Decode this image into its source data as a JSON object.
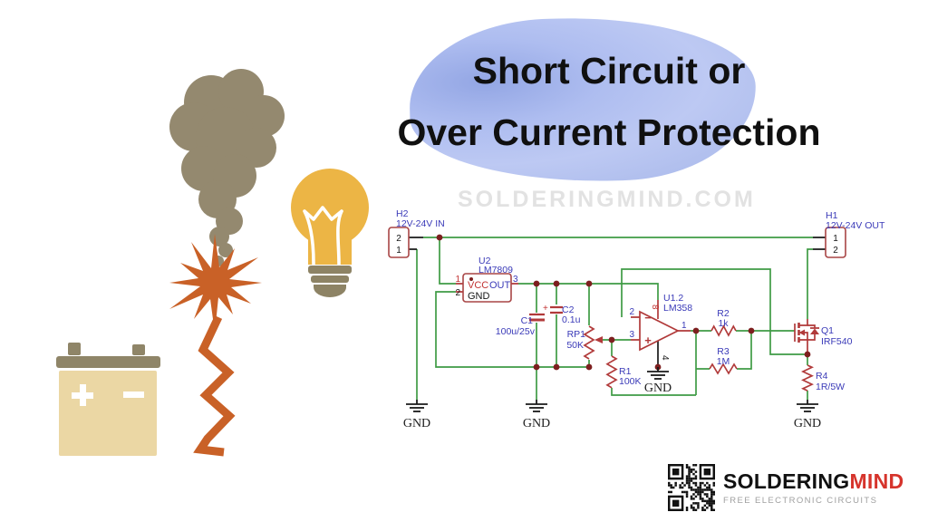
{
  "title": {
    "line1": "Short Circuit or",
    "line2": "Over Current Protection"
  },
  "watermark": "SOLDERINGMIND.COM",
  "branding": {
    "name_primary": "SOLDERING",
    "name_accent": "MIND",
    "tagline": "FREE ELECTRONIC CIRCUITS"
  },
  "colors": {
    "wire_green": "#3f9b45",
    "component_red": "#b13a3a",
    "junction_red": "#7d1f1f",
    "label_blue": "#3a3ab8",
    "brand_red": "#d6342c",
    "highlight_blue": "#b5c2ef",
    "smoke_taupe": "#94896f",
    "bulb_yellow": "#ecb545",
    "flash_orange": "#c96127",
    "battery_tan": "#ebd7a4"
  },
  "schematic": {
    "gnd_label": "GND",
    "connector_in": {
      "ref": "H2",
      "label": "12V-24V IN",
      "pins": [
        "2",
        "1"
      ]
    },
    "connector_out": {
      "ref": "H1",
      "label": "12V-24V OUT",
      "pins": [
        "1",
        "2"
      ]
    },
    "regulator": {
      "ref": "U2",
      "part": "LM7809",
      "pin_in": "1",
      "pin_gnd": "2",
      "pin_out": "3",
      "label_vcc": "VCC",
      "label_out": "OUT",
      "label_gnd": "GND"
    },
    "opamp": {
      "ref": "U1.2",
      "part": "LM358",
      "pin_inv": "2",
      "pin_noninv": "3",
      "pin_out": "1",
      "pin_vplus": "8",
      "pin_vminus": "4",
      "sym_minus": "−",
      "sym_plus": "+"
    },
    "mosfet": {
      "ref": "Q1",
      "part": "IRF540"
    },
    "cap1": {
      "ref": "C1",
      "value": "100u/25v",
      "polarity": "+"
    },
    "cap2": {
      "ref": "C2",
      "value": "0.1u"
    },
    "pot": {
      "ref": "RP1",
      "value": "50K"
    },
    "r1": {
      "ref": "R1",
      "value": "100K"
    },
    "r2": {
      "ref": "R2",
      "value": "1k"
    },
    "r3": {
      "ref": "R3",
      "value": "1M"
    },
    "r4": {
      "ref": "R4",
      "value": "1R/5W"
    }
  }
}
